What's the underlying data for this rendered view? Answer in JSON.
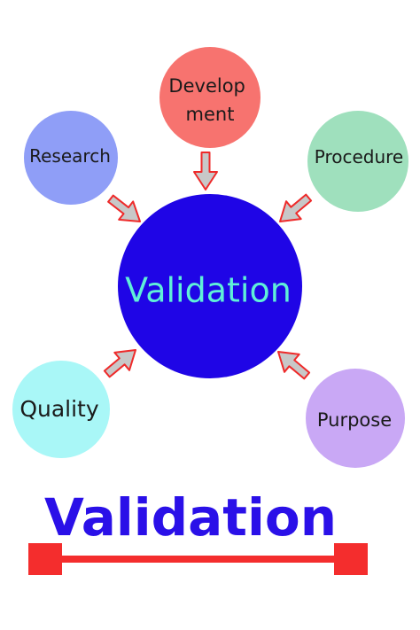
{
  "center": {
    "label": "Validation",
    "color": "#1f05e6"
  },
  "nodes": [
    {
      "id": "development",
      "lines": [
        "Develop",
        "ment"
      ],
      "color": "#f7736f"
    },
    {
      "id": "research",
      "lines": [
        "Research"
      ],
      "color": "#8f9ef7"
    },
    {
      "id": "procedure",
      "lines": [
        "Procedure"
      ],
      "color": "#9fe0bd"
    },
    {
      "id": "quality",
      "lines": [
        "Quality"
      ],
      "color": "#a9f7f7"
    },
    {
      "id": "purpose",
      "lines": [
        "Purpose"
      ],
      "color": "#c9a8f5"
    }
  ],
  "arrow_colors": {
    "fill": "#c8c8c8",
    "stroke": "#ee2a2a"
  },
  "bottom": {
    "title": "Validation",
    "bar_color": "#f42d2d"
  }
}
